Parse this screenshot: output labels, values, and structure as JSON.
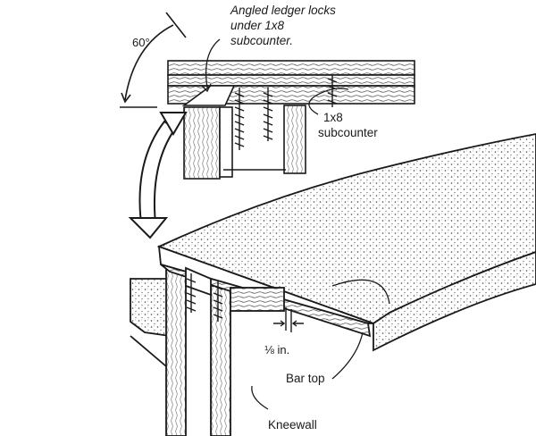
{
  "labels": {
    "angle": "60°",
    "ledger_line1": "Angled ledger locks",
    "ledger_line2": "under 1x8",
    "ledger_line3": "subcounter.",
    "subcounter_line1": "1x8",
    "subcounter_line2": "subcounter",
    "gap": "⅛ in.",
    "bar_top": "Bar top",
    "kneewall": "Kneewall"
  }
}
